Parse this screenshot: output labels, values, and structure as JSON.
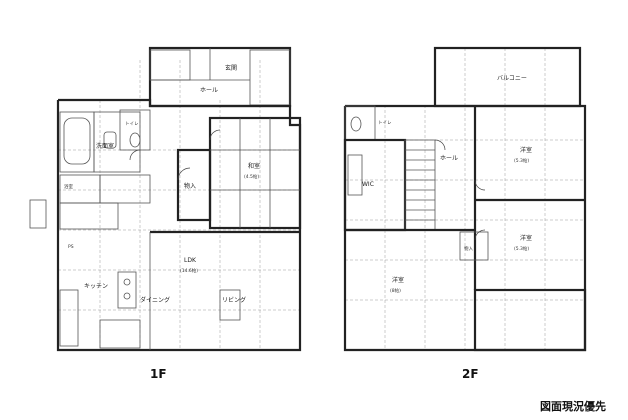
{
  "floor1": {
    "label": "1F",
    "rooms": {
      "genkan": "玄関",
      "hall": "ホール",
      "toilet": "トイレ",
      "storage": "物入",
      "washroom": "洗面室",
      "bath": "浴室",
      "washitsu": "和室",
      "washitsu_size": "(4.5帖)",
      "ldk": "LDK",
      "ldk_size": "(14.6帖)",
      "kitchen": "キッチン",
      "dining": "ダイニング",
      "living": "リビング",
      "pantry": "PS"
    }
  },
  "floor2": {
    "label": "2F",
    "rooms": {
      "balcony": "バルコニー",
      "toilet": "トイレ",
      "hall": "ホール",
      "closet": "WIC",
      "bedroom1": "洋室",
      "bedroom1_size": "(5.3帖)",
      "bedroom2": "洋室",
      "bedroom2_size": "(5.3帖)",
      "master": "洋室",
      "master_size": "(8帖)",
      "storage": "物入"
    }
  },
  "footnote": "図面現況優先"
}
